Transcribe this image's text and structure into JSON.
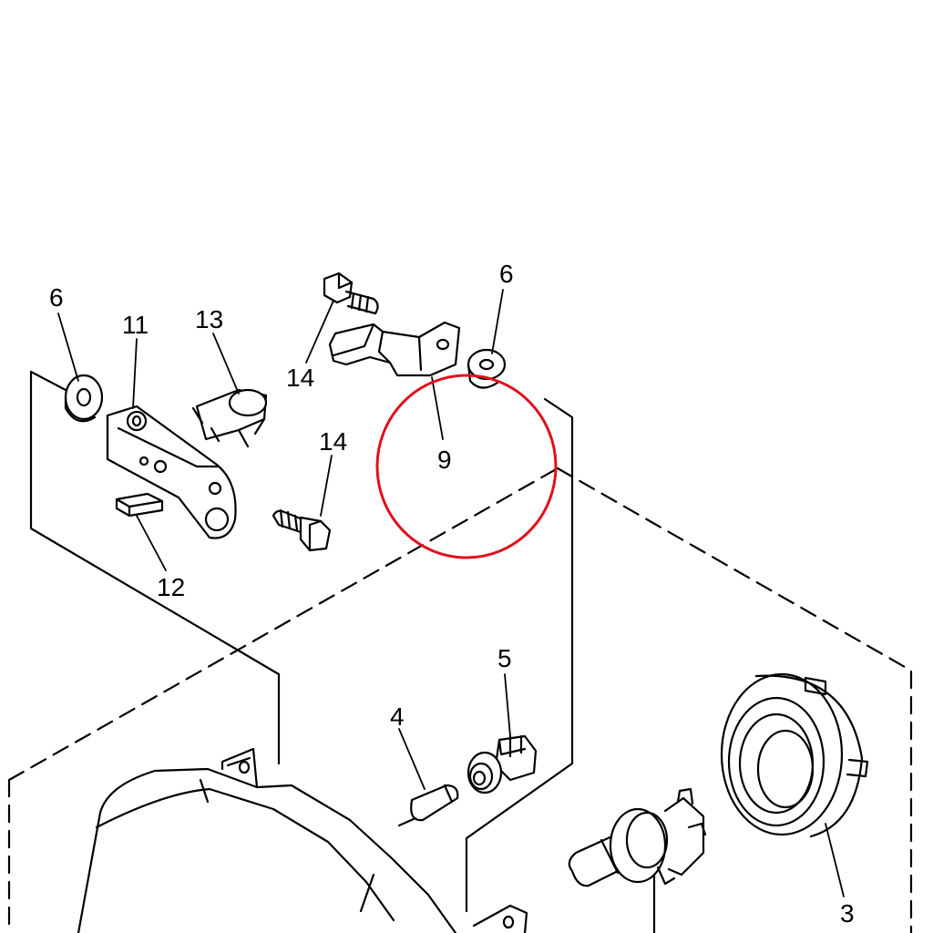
{
  "diagram": {
    "callouts": {
      "c6_left": "6",
      "c11": "11",
      "c13": "13",
      "c14_top": "14",
      "c6_right": "6",
      "c9": "9",
      "c14_mid": "14",
      "c12": "12",
      "c5": "5",
      "c4": "4",
      "c3": "3"
    },
    "colors": {
      "line": "#000000",
      "highlight": "#e0101c",
      "background": "#ffffff"
    }
  }
}
